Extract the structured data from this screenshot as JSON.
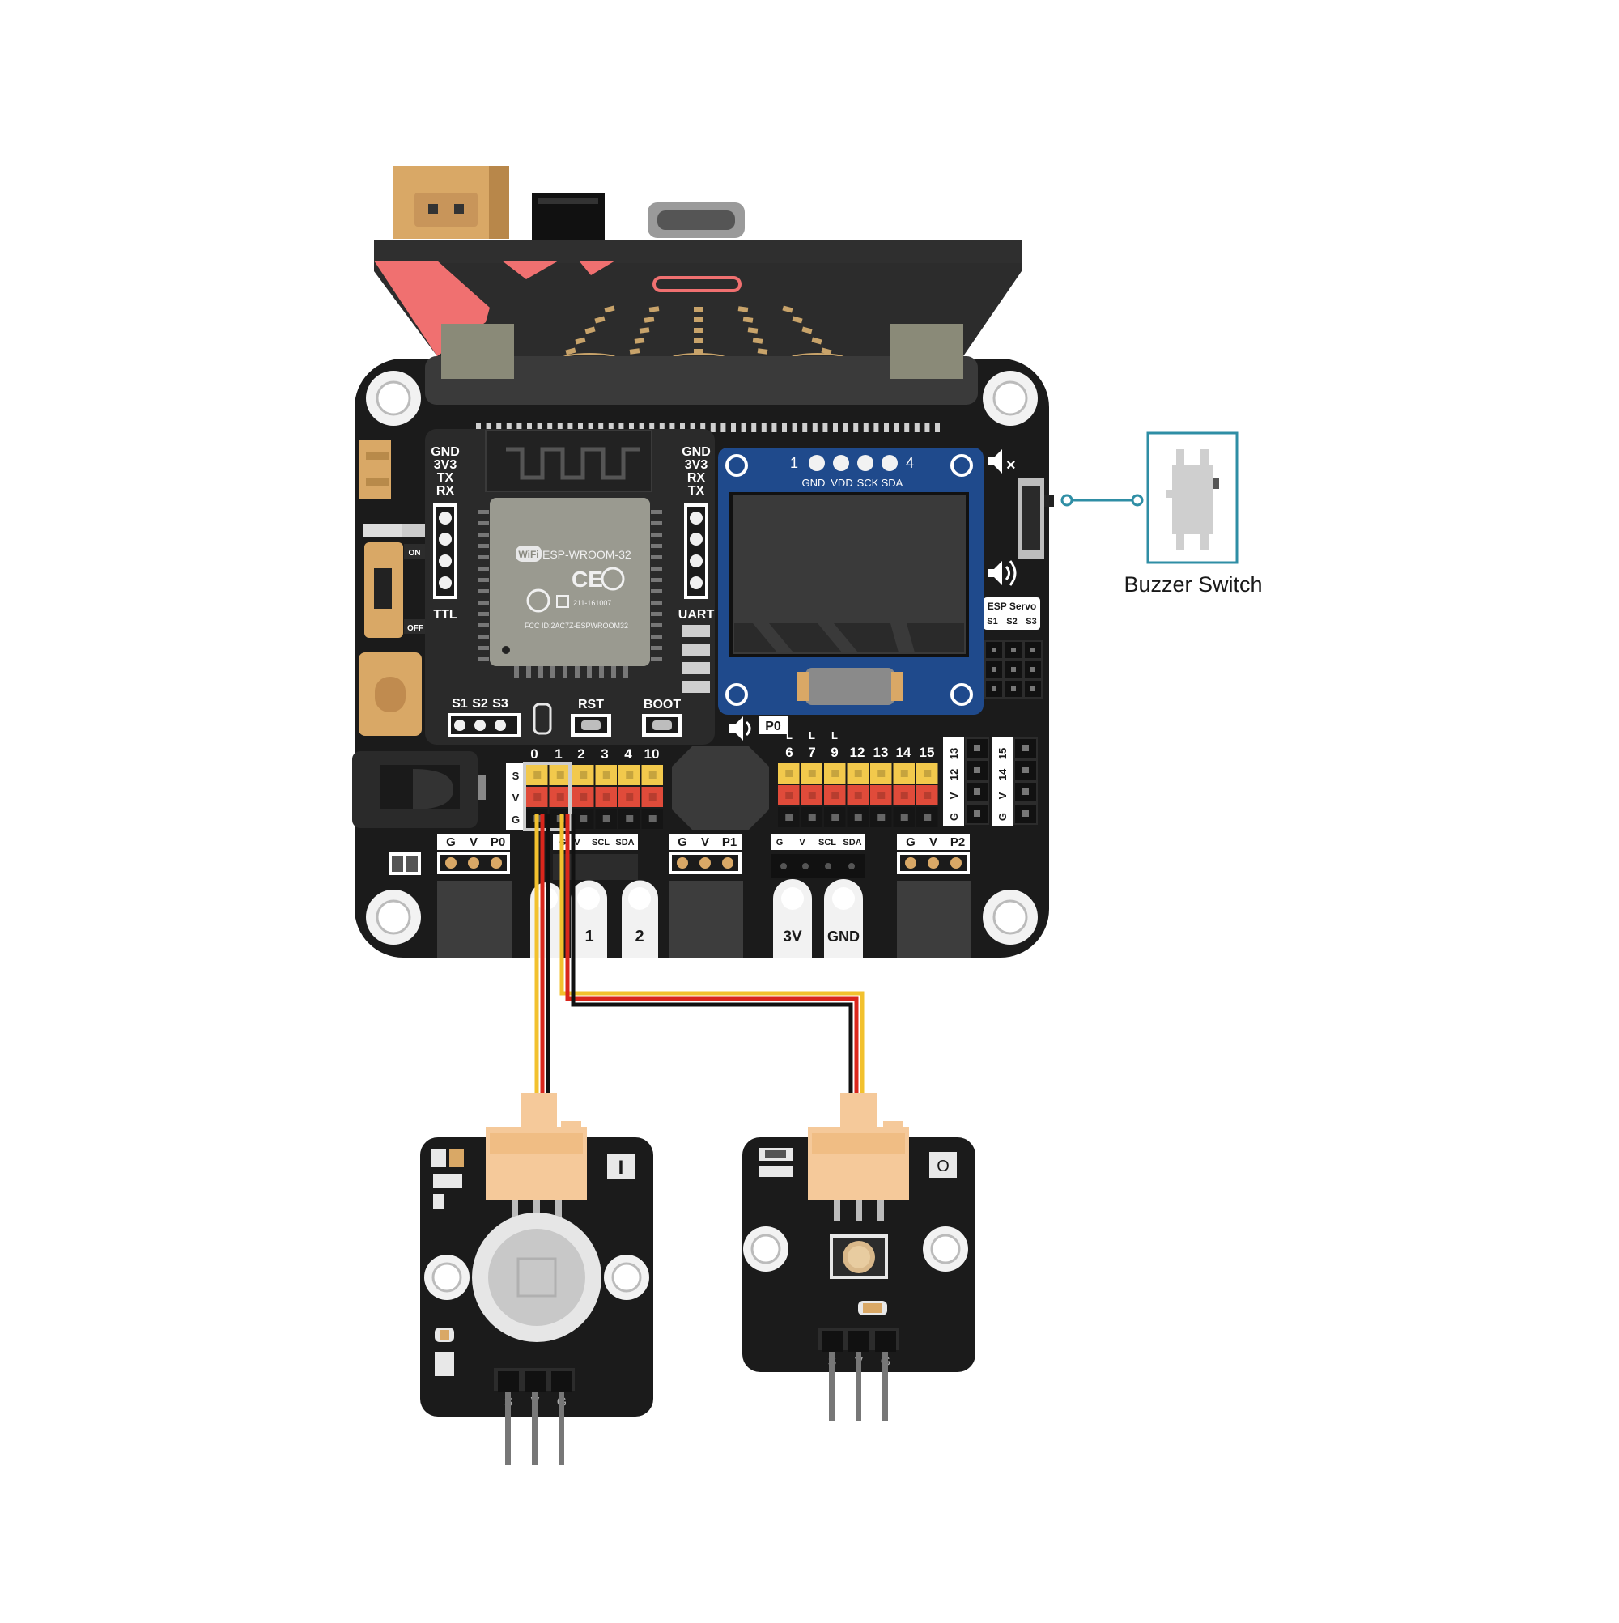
{
  "colors": {
    "board": "#1b1b1b",
    "pcb": "#232323",
    "panel": "#2c2c2c",
    "accent": "#f07070",
    "header_yellow": "#f2c94c",
    "header_red": "#e04b3a",
    "header_black": "#151515",
    "oled_blue": "#1f4a8c",
    "wire_yellow": "#f2c12e",
    "wire_red": "#d9261c",
    "wire_black": "#111111",
    "callout": "#2f8ea5",
    "connector": "#f5c99a"
  },
  "board": {
    "ttl": {
      "pins": [
        "GND",
        "3V3",
        "TX",
        "RX"
      ],
      "label": "TTL"
    },
    "uart": {
      "pins": [
        "GND",
        "3V3",
        "RX",
        "TX"
      ],
      "label": "UART"
    },
    "power_switch": {
      "on": "ON",
      "off": "OFF"
    },
    "module_label": "ESP-WROOM-32",
    "module_wifi": "WiFi",
    "module_ce": "CE",
    "module_r_code": "211-161007",
    "module_fcc": "FCC ID:2AC7Z-ESPWROOM32",
    "servo_small": [
      "S1",
      "S2",
      "S3"
    ],
    "rst": "RST",
    "boot": "BOOT",
    "p0_speaker": "P0",
    "oled_num_left": "1",
    "oled_num_right": "4",
    "oled_pins": [
      "GND",
      "VDD",
      "SCK",
      "SDA"
    ],
    "esp_servo_title": "ESP Servo",
    "esp_servo_pins": [
      "S1",
      "S2",
      "S3"
    ],
    "pins_left": [
      "0",
      "1",
      "2",
      "3",
      "4",
      "10"
    ],
    "pins_right": [
      "6",
      "7",
      "9",
      "12",
      "13",
      "14",
      "15"
    ],
    "l_marks": [
      "L",
      "L",
      "L"
    ],
    "gvs": [
      "G",
      "V",
      "S"
    ],
    "side_col_a": [
      "13",
      "12",
      "V",
      "G"
    ],
    "side_col_b": [
      "15",
      "14",
      "V",
      "G"
    ],
    "port_p0": [
      "G",
      "V",
      "P0"
    ],
    "port_p1": [
      "G",
      "V",
      "P1"
    ],
    "port_p2": [
      "G",
      "V",
      "P2"
    ],
    "i2c_a": [
      "G",
      "V",
      "SCL",
      "SDA"
    ],
    "i2c_b": [
      "G",
      "V",
      "SCL",
      "SDA"
    ],
    "edge_pads": [
      "1",
      "2",
      "3V",
      "GND"
    ]
  },
  "callout": {
    "label": "Buzzer Switch"
  },
  "sensor_left": {
    "badge": "I",
    "pins": [
      "S",
      "V",
      "G"
    ]
  },
  "sensor_right": {
    "badge": "O",
    "pins": [
      "S",
      "V",
      "G"
    ]
  }
}
